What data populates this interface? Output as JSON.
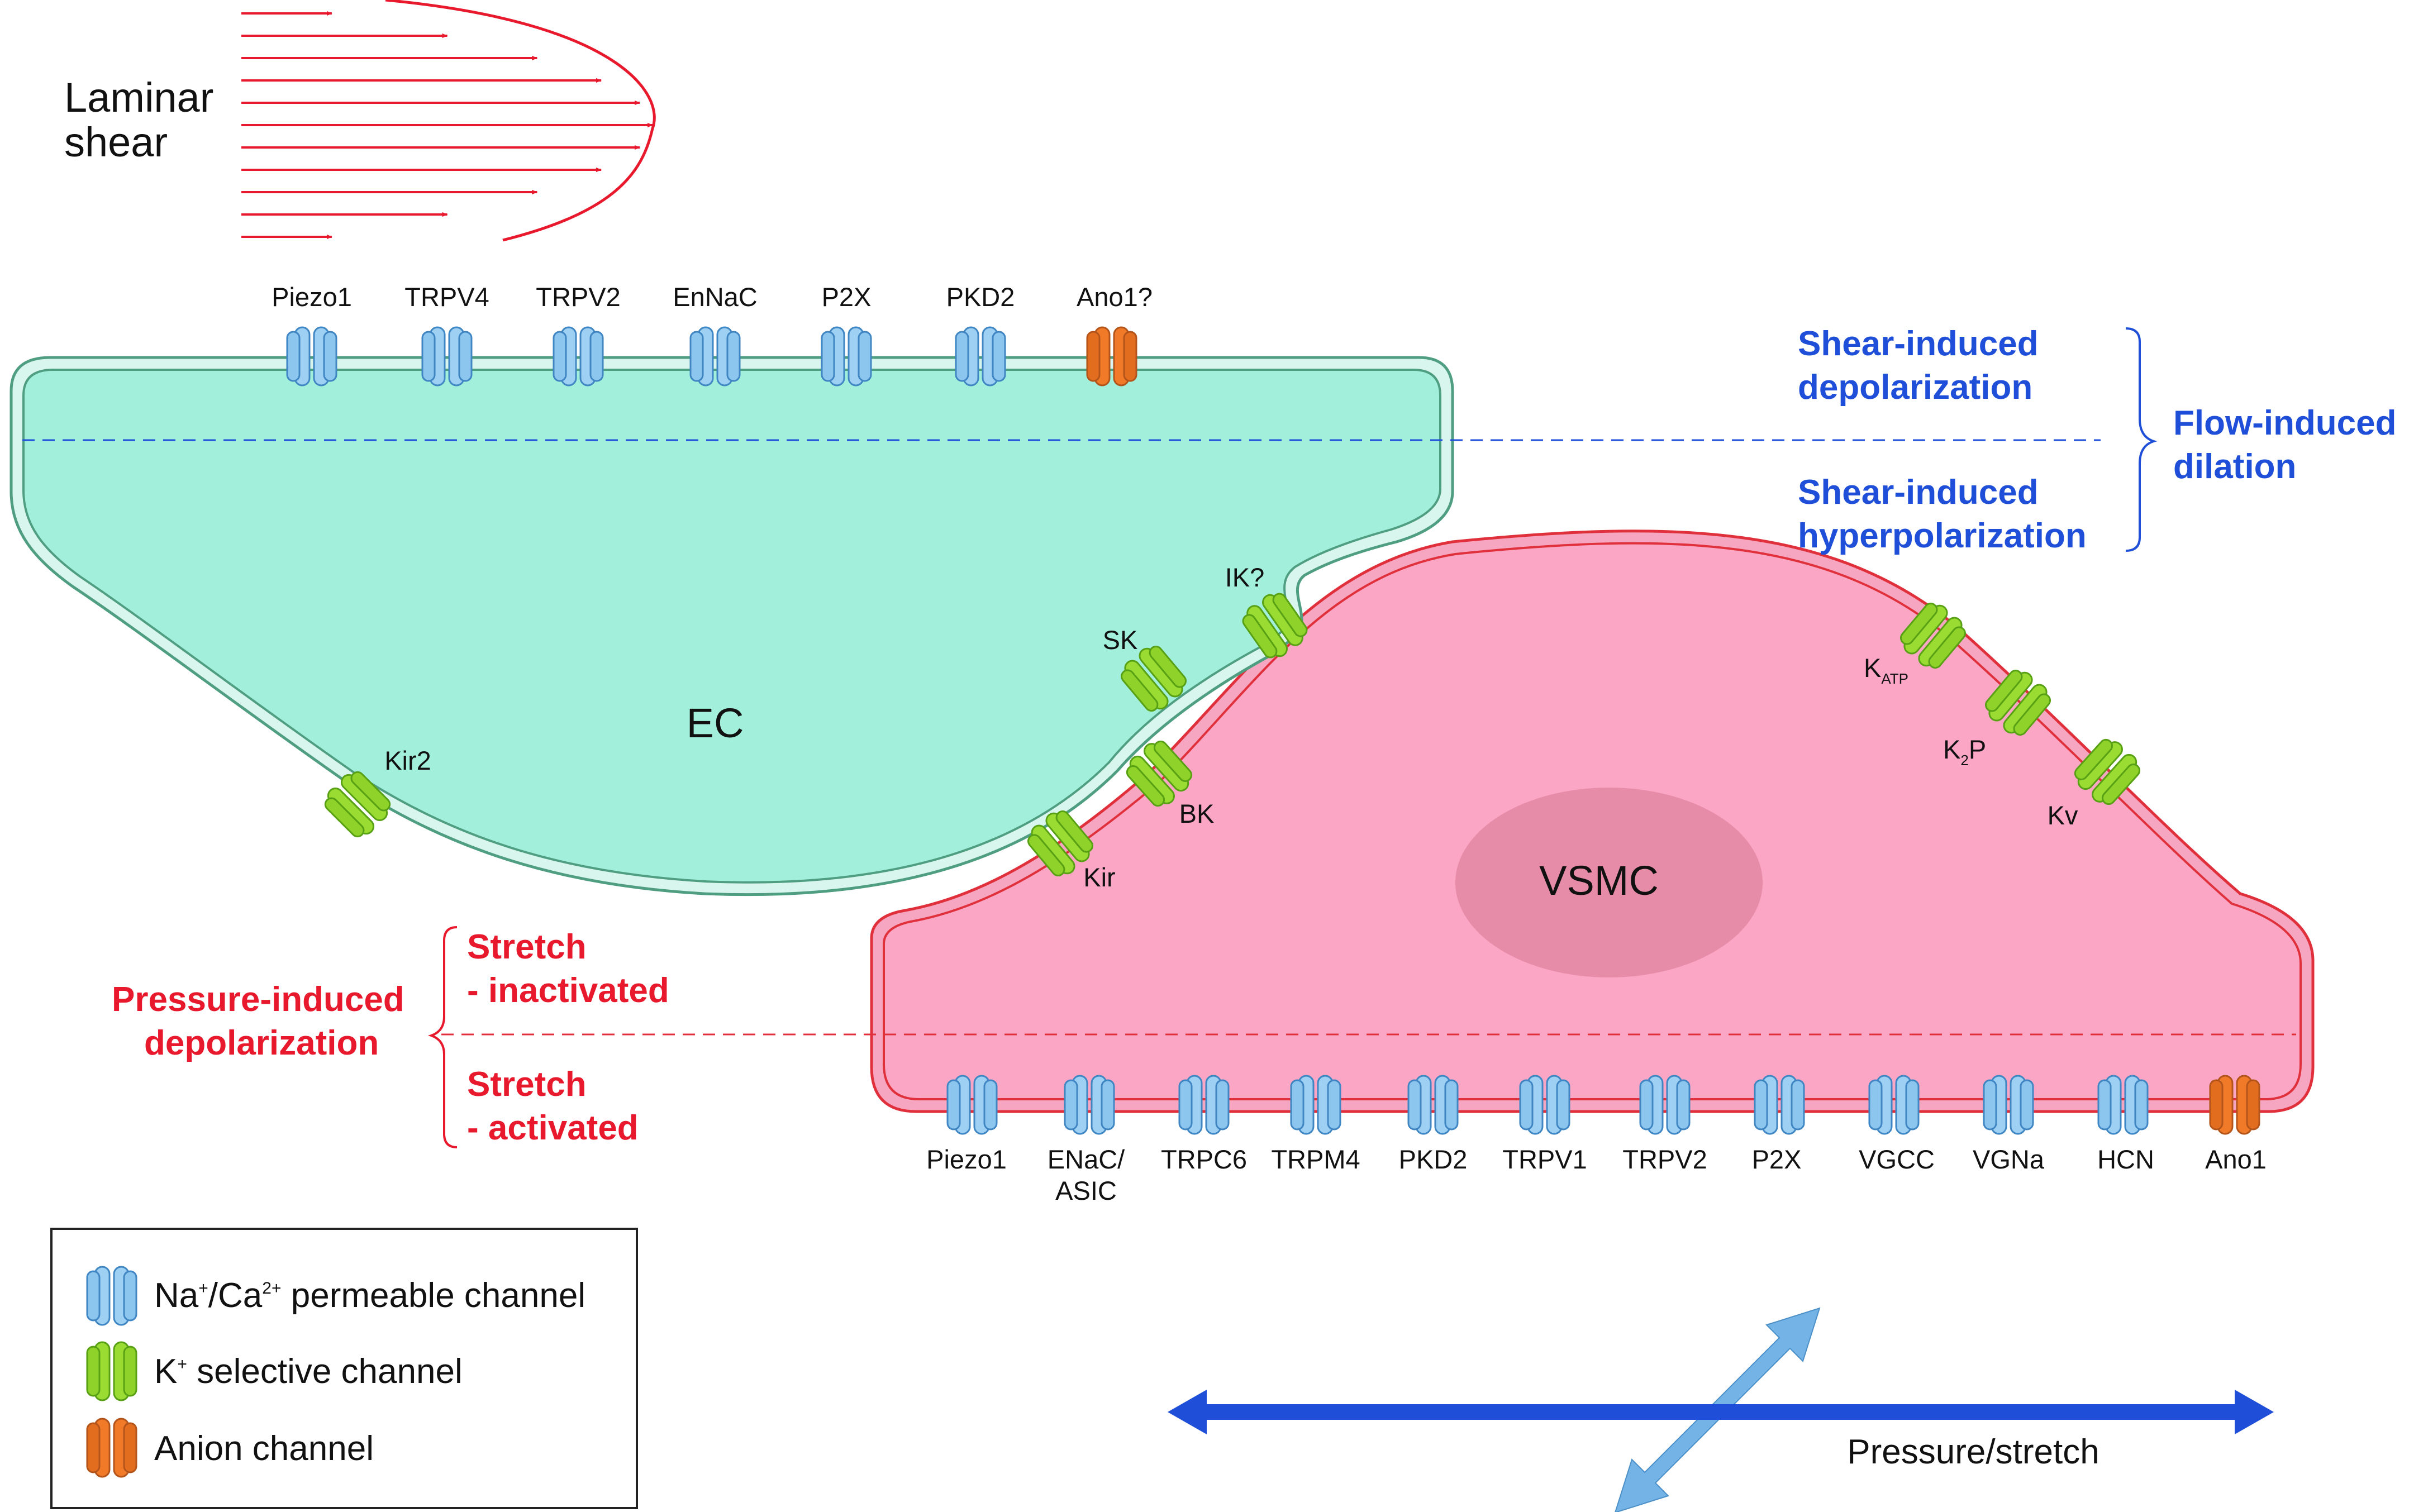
{
  "flow": {
    "line1": "Laminar",
    "line2": "shear"
  },
  "ec": {
    "cell_label": "EC",
    "top_channels": [
      {
        "name": "Piezo1",
        "kind": "cation"
      },
      {
        "name": "TRPV4",
        "kind": "cation"
      },
      {
        "name": "TRPV2",
        "kind": "cation"
      },
      {
        "name": "EnNaC",
        "kind": "cation"
      },
      {
        "name": "P2X",
        "kind": "cation"
      },
      {
        "name": "PKD2",
        "kind": "cation"
      },
      {
        "name": "Ano1?",
        "kind": "anion"
      }
    ],
    "k_channels": [
      {
        "name": "Kir2"
      },
      {
        "name": "SK"
      },
      {
        "name": "IK?"
      }
    ]
  },
  "vsmc": {
    "cell_label": "VSMC",
    "k_channels": {
      "kir": "Kir",
      "bk": "BK",
      "katp": {
        "base": "K",
        "sub": "ATP"
      },
      "k2p": {
        "base": "K",
        "sub": "2",
        "tail": "P"
      },
      "kv": "Kv"
    },
    "bottom_channels": [
      {
        "name": "Piezo1",
        "kind": "cation"
      },
      {
        "name": "ENaC/",
        "name2": "ASIC",
        "kind": "cation"
      },
      {
        "name": "TRPC6",
        "kind": "cation"
      },
      {
        "name": "TRPM4",
        "kind": "cation"
      },
      {
        "name": "PKD2",
        "kind": "cation"
      },
      {
        "name": "TRPV1",
        "kind": "cation"
      },
      {
        "name": "TRPV2",
        "kind": "cation"
      },
      {
        "name": "P2X",
        "kind": "cation"
      },
      {
        "name": "VGCC",
        "kind": "cation"
      },
      {
        "name": "VGNa",
        "kind": "cation"
      },
      {
        "name": "HCN",
        "kind": "cation"
      },
      {
        "name": "Ano1",
        "kind": "anion"
      }
    ]
  },
  "shear": {
    "depol_1": "Shear-induced",
    "depol_2": "depolarization",
    "hyper_1": "Shear-induced",
    "hyper_2": "hyperpolarization",
    "fid_1": "Flow-induced",
    "fid_2": "dilation"
  },
  "pressure": {
    "pid_1": "Pressure-induced",
    "pid_2": "depolarization",
    "inact_1": "Stretch",
    "inact_2": "- inactivated",
    "act_1": "Stretch",
    "act_2": "- activated"
  },
  "legend": {
    "cation_a": "Na",
    "cation_sup1": "+",
    "cation_b": "/Ca",
    "cation_sup2": "2+",
    "cation_c": " permeable channel",
    "k_a": "K",
    "k_sup": "+",
    "k_b": " selective channel",
    "anion": "Anion channel"
  },
  "arrow": {
    "label": "Pressure/stretch"
  },
  "colors": {
    "ec_fill": "#a2f0dc",
    "ec_stroke": "#4f9e82",
    "vsmc_fill": "#fba6c4",
    "vsmc_stroke": "#e0303c",
    "nucleus": "#e68ca9",
    "cation_channel": "#9dd0f2",
    "k_channel": "#9bdc32",
    "anion_channel": "#f07a28",
    "blue_text": "#1f4fd8",
    "red_text": "#e8192c",
    "flow_arrows": "#e8192c",
    "pressure_arrow": "#1f4fd8",
    "stretch_arrow": "#74b3e6"
  }
}
